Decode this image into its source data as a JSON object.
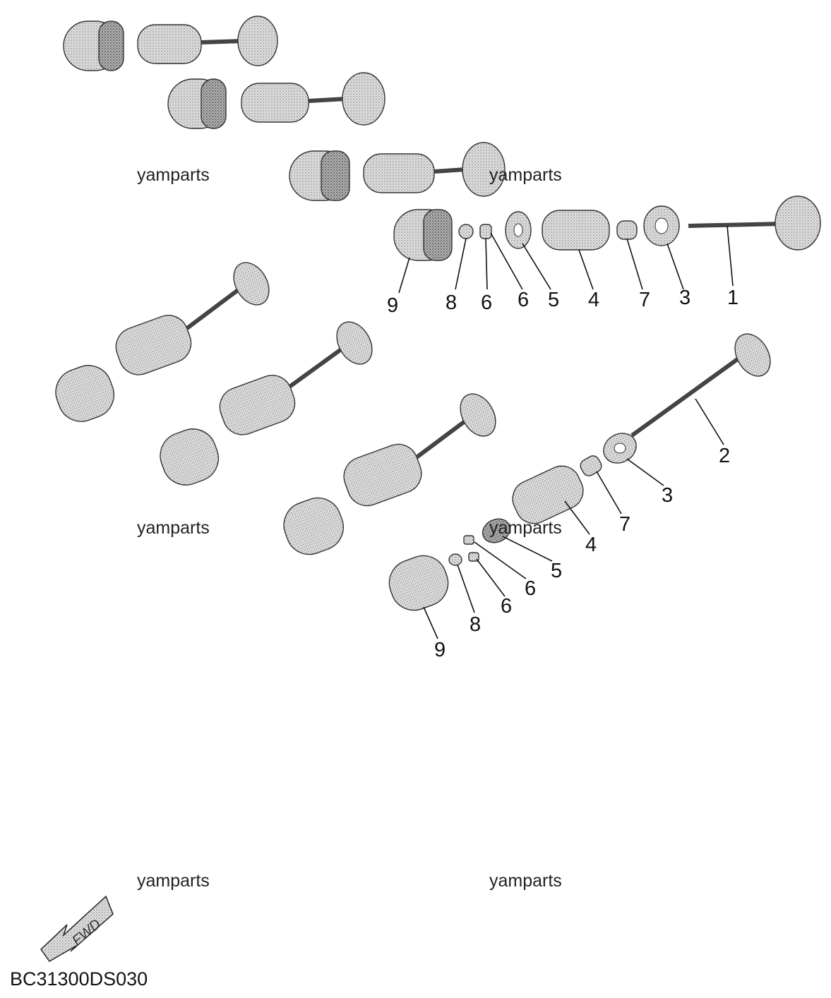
{
  "watermarks": [
    "yamparts",
    "yamparts",
    "yamparts",
    "yamparts",
    "yamparts",
    "yamparts"
  ],
  "diagram_code": "BC31300DS030",
  "fwd_label": "FWD",
  "upper_callouts": [
    "9",
    "8",
    "6",
    "6",
    "5",
    "4",
    "7",
    "3",
    "1"
  ],
  "lower_callouts": [
    "2",
    "3",
    "7",
    "4",
    "5",
    "6",
    "6",
    "8",
    "9"
  ],
  "colors": {
    "part_fill": "#d9d9d9",
    "part_shade": "#9a9a9a",
    "line": "#111111"
  }
}
